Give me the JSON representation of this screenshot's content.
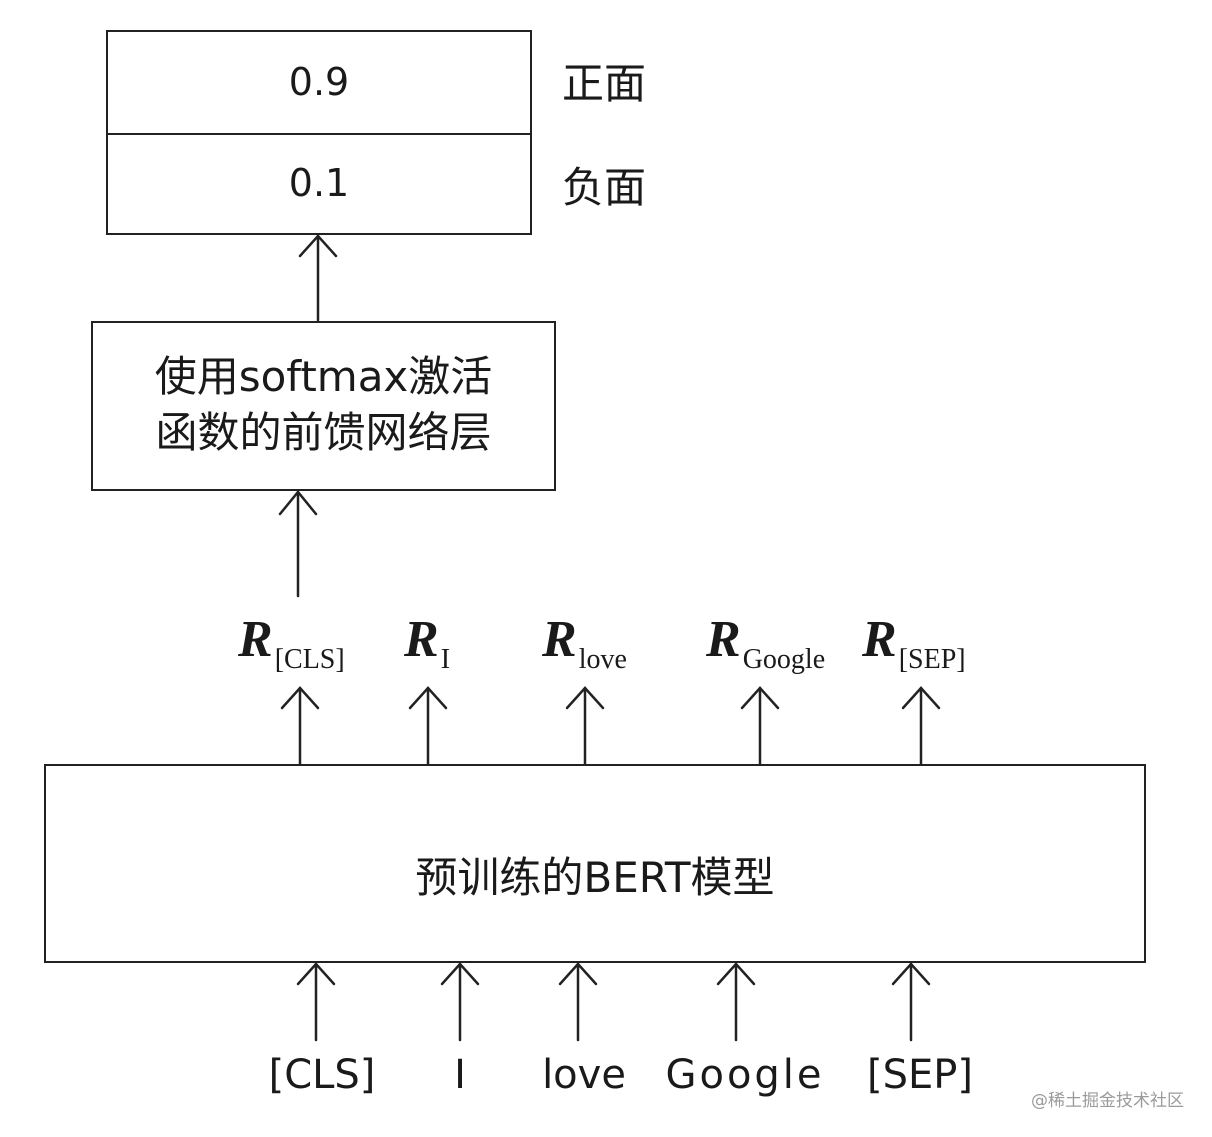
{
  "output": {
    "positive_prob": "0.9",
    "positive_label": "正面",
    "negative_prob": "0.1",
    "negative_label": "负面"
  },
  "ffn": {
    "line1": "使用softmax激活",
    "line2": "函数的前馈网络层"
  },
  "bert": {
    "label": "预训练的BERT模型"
  },
  "representations": [
    {
      "symbol": "R",
      "sub": "[CLS]"
    },
    {
      "symbol": "R",
      "sub": "I"
    },
    {
      "symbol": "R",
      "sub": "love"
    },
    {
      "symbol": "R",
      "sub": "Google"
    },
    {
      "symbol": "R",
      "sub": "[SEP]"
    }
  ],
  "tokens": [
    "[CLS]",
    "I",
    "love",
    "Google",
    "[SEP]"
  ],
  "watermark": "@稀土掘金技术社区"
}
